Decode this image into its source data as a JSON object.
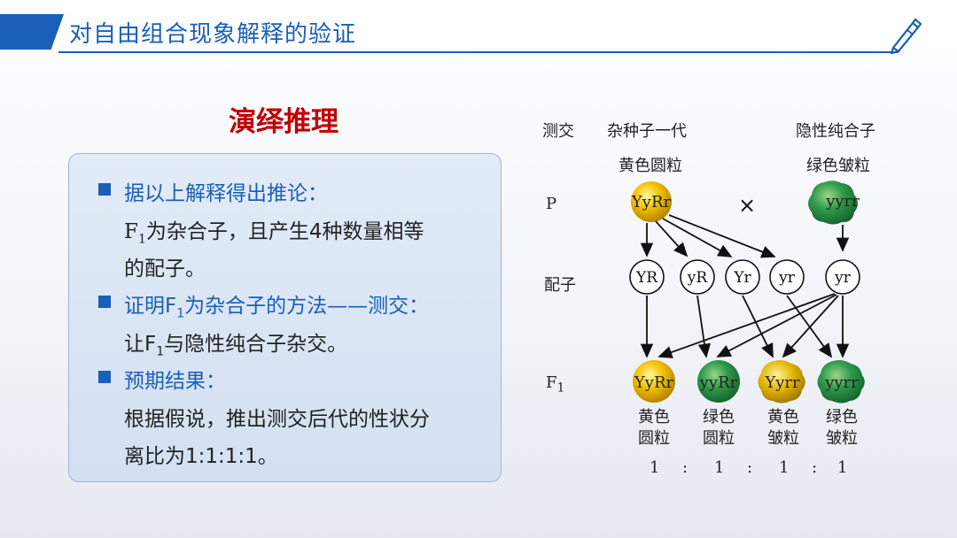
{
  "header": {
    "title": "对自由组合现象解释的验证"
  },
  "left": {
    "heading": "演绎推理",
    "items": [
      {
        "title": "据以上解释得出推论：",
        "body_line1_pre": "F",
        "body_line1_sub": "1",
        "body_line1_post": "为杂合子，且产生4种数量相等",
        "body_line2": "的配子。"
      },
      {
        "title_pre": "证明F",
        "title_sub": "1",
        "title_post": "为杂合子的方法——测交：",
        "body_pre": "让F",
        "body_sub": "1",
        "body_post": "与隐性纯合子杂交。"
      },
      {
        "title": "预期结果：",
        "body_line1": "根据假说，推出测交后代的性状分",
        "body_line2": "离比为1:1:1:1。"
      }
    ]
  },
  "diagram": {
    "cross_label": "测交",
    "parent1_title": "杂种子一代",
    "parent1_phenotype": "黄色圆粒",
    "parent2_title": "隐性纯合子",
    "parent2_phenotype": "绿色皱粒",
    "row_p": "P",
    "row_gamete": "配子",
    "row_f1_main": "F",
    "row_f1_sub": "1",
    "cross_sign": "×",
    "p1_genotype": "YyRr",
    "p2_genotype": "yyrr",
    "gametes_p1": [
      "YR",
      "yR",
      "Yr",
      "yr"
    ],
    "gamete_p2": "yr",
    "offspring": [
      {
        "genotype": "YyRr",
        "pheno1": "黄色",
        "pheno2": "圆粒",
        "color": "#e6b800"
      },
      {
        "genotype": "yyRr",
        "pheno1": "绿色",
        "pheno2": "圆粒",
        "color": "#2e8f4a"
      },
      {
        "genotype": "Yyrr",
        "pheno1": "黄色",
        "pheno2": "皱粒",
        "color": "#d9a900"
      },
      {
        "genotype": "yyrr",
        "pheno1": "绿色",
        "pheno2": "皱粒",
        "color": "#2f8a3a"
      }
    ],
    "ratio": [
      "1",
      ":",
      "1",
      ":",
      "1",
      ":",
      "1"
    ]
  }
}
